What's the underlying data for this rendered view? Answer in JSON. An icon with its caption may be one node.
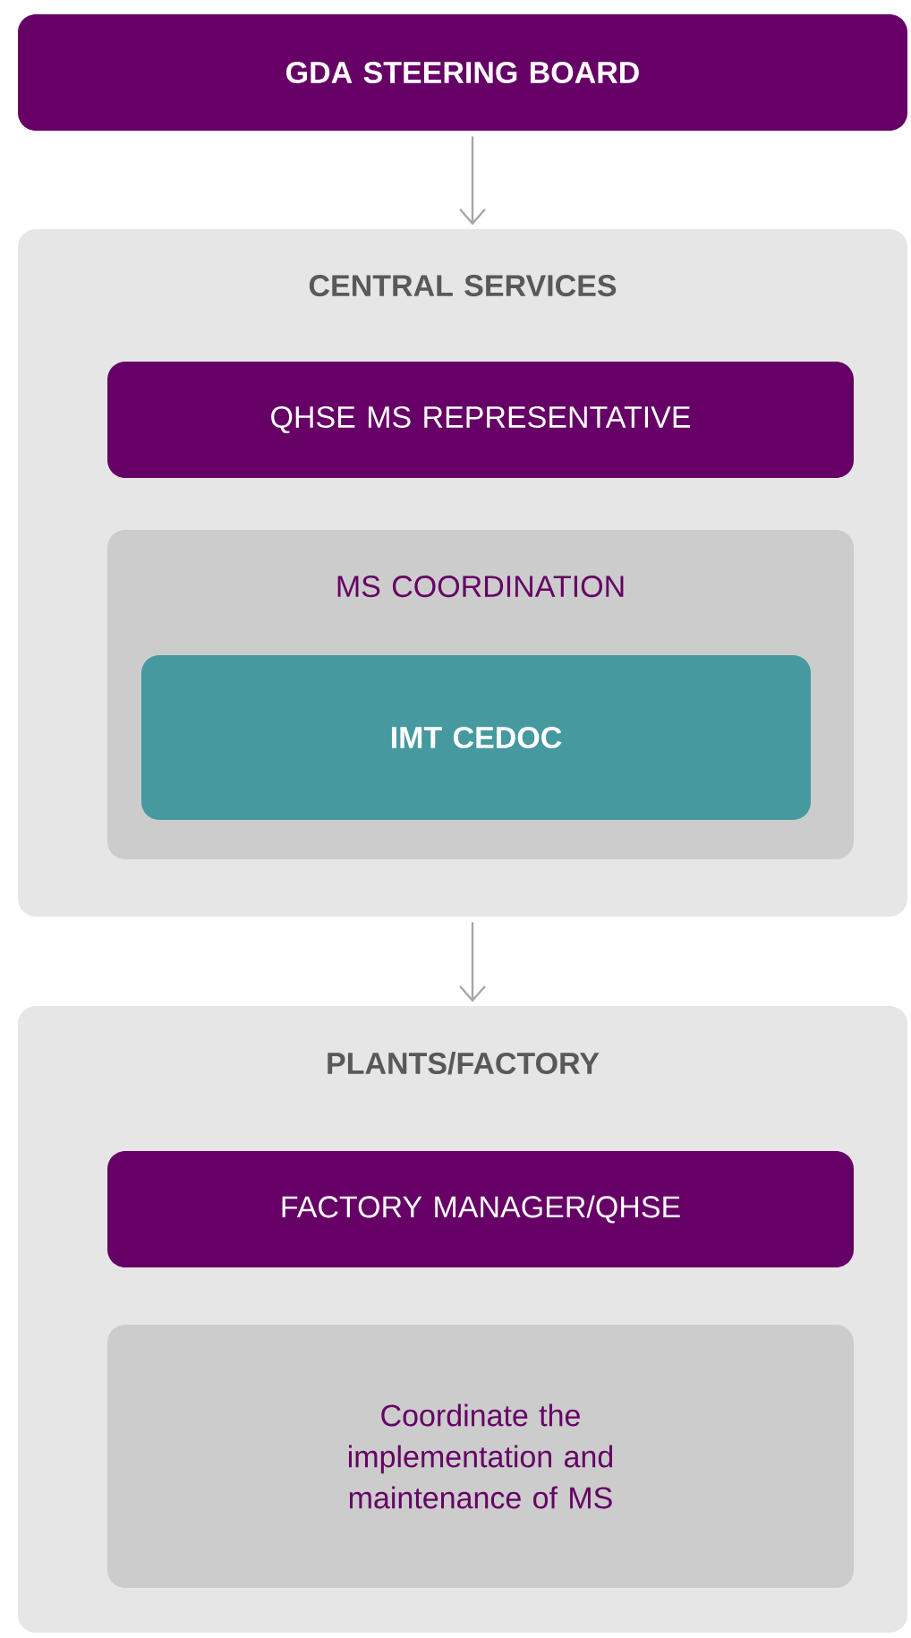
{
  "diagram": {
    "nodes": [
      {
        "text": [
          "GDA STEERING BOARD"
        ]
      },
      {
        "text": [
          "CENTRAL SERVICES"
        ]
      },
      {
        "text": [
          "QHSE MS REPRESENTATIVE"
        ],
        "in": 1
      },
      {
        "text": [
          "MS COORDINATION"
        ],
        "in": 1
      },
      {
        "text": [
          "IMT CEDOC"
        ],
        "in": 3
      },
      {
        "text": [
          "PLANTS/FACTORY"
        ]
      },
      {
        "text": [
          "FACTORY MANAGER/QHSE"
        ],
        "in": 5
      },
      {
        "text": [
          "Coordinate the implementation and maintenance of MS"
        ],
        "in": 5
      }
    ],
    "edges": [
      {
        "from": 0,
        "to": 1,
        "arrow": "to"
      },
      {
        "from": 1,
        "to": 5,
        "arrow": "to"
      }
    ]
  }
}
